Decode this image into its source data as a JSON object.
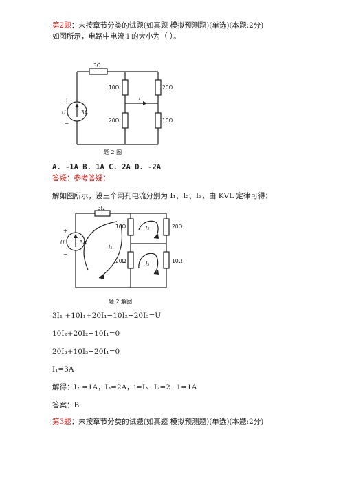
{
  "q2": {
    "number": "第2题",
    "header_rest": "：未按章节分类的试题(如真题 模拟预测题)(单选)(本题:2分)",
    "question": "如图所示，电路中电流 i 的大小为（ ）。",
    "figure1_caption": "题 2 图",
    "figure1_labels": {
      "r_top": "3Ω",
      "r10a": "10Ω",
      "r20a": "20Ω",
      "r20b": "20Ω",
      "r10b": "10Ω",
      "current": "i",
      "plus": "+",
      "minus": "−",
      "source_u": "U",
      "source_i": "3A"
    },
    "options": "A. -1A B. 1A C. 2A D. -2A",
    "answer_label": "答疑：参考答疑：",
    "solution_intro": "解如图所示，设三个网孔电流分别为 I₁、I₂、I₃，由 KVL 定律可得：",
    "figure2_caption": "题 2 解图",
    "figure2_labels": {
      "r_top": "3Ω",
      "r10a": "10Ω",
      "r20a": "20Ω",
      "r20b": "20Ω",
      "r10b": "10Ω",
      "i1": "I₁",
      "i2": "I₂",
      "i3": "I₃",
      "plus": "+",
      "minus": "−",
      "source_u": "U",
      "source_i": "3A"
    },
    "equations": [
      "3I₁ +10I₁+20I₁−10I₂−20I₃=U",
      "10I₂+20I₂−10I₁=0",
      "20I₃+10I₃−20I₁=0",
      "I₁=3A"
    ],
    "solution_line": "解得：I₂ =1A，I₃=2A，i=I₃−I₂=2−1=1A",
    "answer": "答案：B"
  },
  "q3": {
    "number": "第3题",
    "header_rest": "：未按章节分类的试题(如真题 模拟预测题)(单选)(本题:2分)"
  }
}
